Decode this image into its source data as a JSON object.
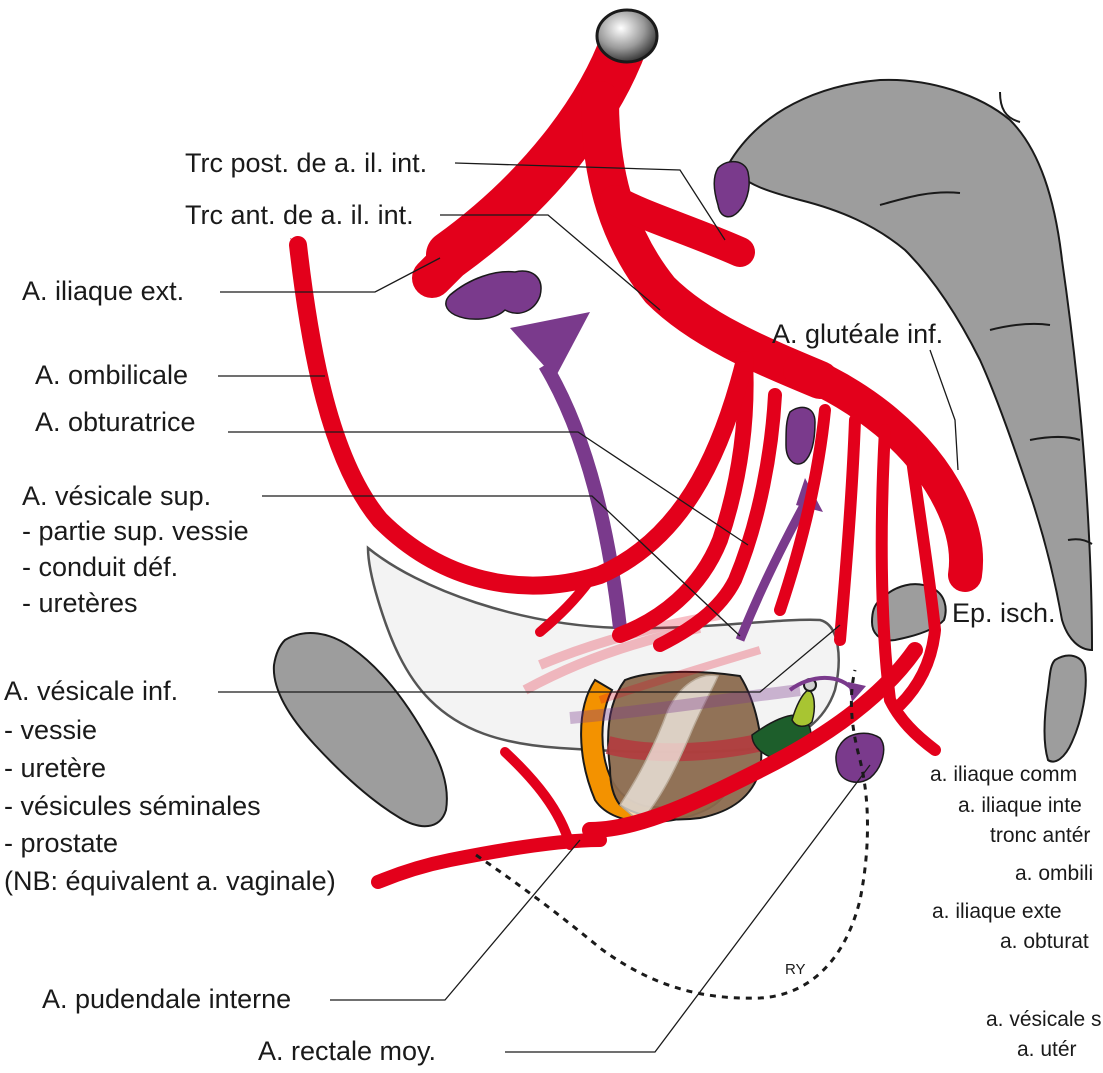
{
  "labels_left": {
    "trc_post": "Trc post. de a. il. int.",
    "trc_ant": "Trc ant. de a. il. int.",
    "iliaque_ext": "A. iliaque ext.",
    "ombilicale": "A. ombilicale",
    "obturatrice": "A. obturatrice",
    "vesicale_sup": "A. vésicale sup.",
    "vesicale_sup_items": [
      "- partie sup. vessie",
      "- conduit déf.",
      "- uretères"
    ],
    "vesicale_inf": "A. vésicale inf.",
    "vesicale_inf_items": [
      "- vessie",
      "- uretère",
      "- vésicules séminales",
      "- prostate",
      "(NB: équivalent a. vaginale)"
    ],
    "pudendale": "A. pudendale interne",
    "rectale": "A. rectale moy."
  },
  "labels_right": {
    "gluteale": "A. glutéale inf.",
    "ep_isch": "Ep. isch.",
    "signature": "RY"
  },
  "legend_cut": [
    "a.  iliaque comm",
    "a. iliaque inte",
    "tronc antér",
    "a. ombili",
    "a.  iliaque exte",
    "a. obturat",
    "a. vésicale s",
    "a. utér"
  ],
  "colors": {
    "artery": "#e3001b",
    "bone": "#9d9d9d",
    "nerve": "#7a3a8c",
    "rectum": "#8b6a4e",
    "orange_structure": "#f39200",
    "green_structure": "#1d5e2b",
    "yellow_green": "#a8c532"
  }
}
